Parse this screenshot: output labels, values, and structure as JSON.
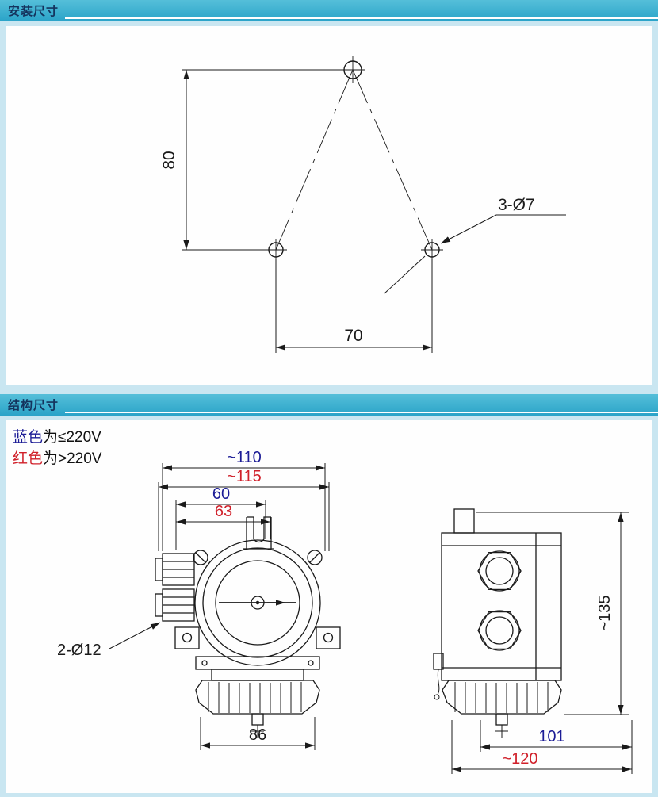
{
  "install": {
    "title": "安装尺寸",
    "dims": {
      "height": "80",
      "width": "70",
      "holes": "3-Ø7"
    }
  },
  "structure": {
    "title": "结构尺寸",
    "legend": {
      "blue_term": "蓝色",
      "blue_rest": "为≤220V",
      "red_term": "红色",
      "red_rest": "为>220V"
    },
    "front": {
      "width_blue": "~110",
      "width_red": "~115",
      "offset_blue": "60",
      "offset_red": "63",
      "holes": "2-Ø12",
      "base": "86"
    },
    "side": {
      "height": "~135",
      "depth_blue": "101",
      "depth_red": "~120"
    }
  },
  "colors": {
    "accent_blue": "#1c1c96",
    "accent_red": "#d0202a",
    "header_band": "#35aacd",
    "page_background": "#c9e6f1"
  }
}
